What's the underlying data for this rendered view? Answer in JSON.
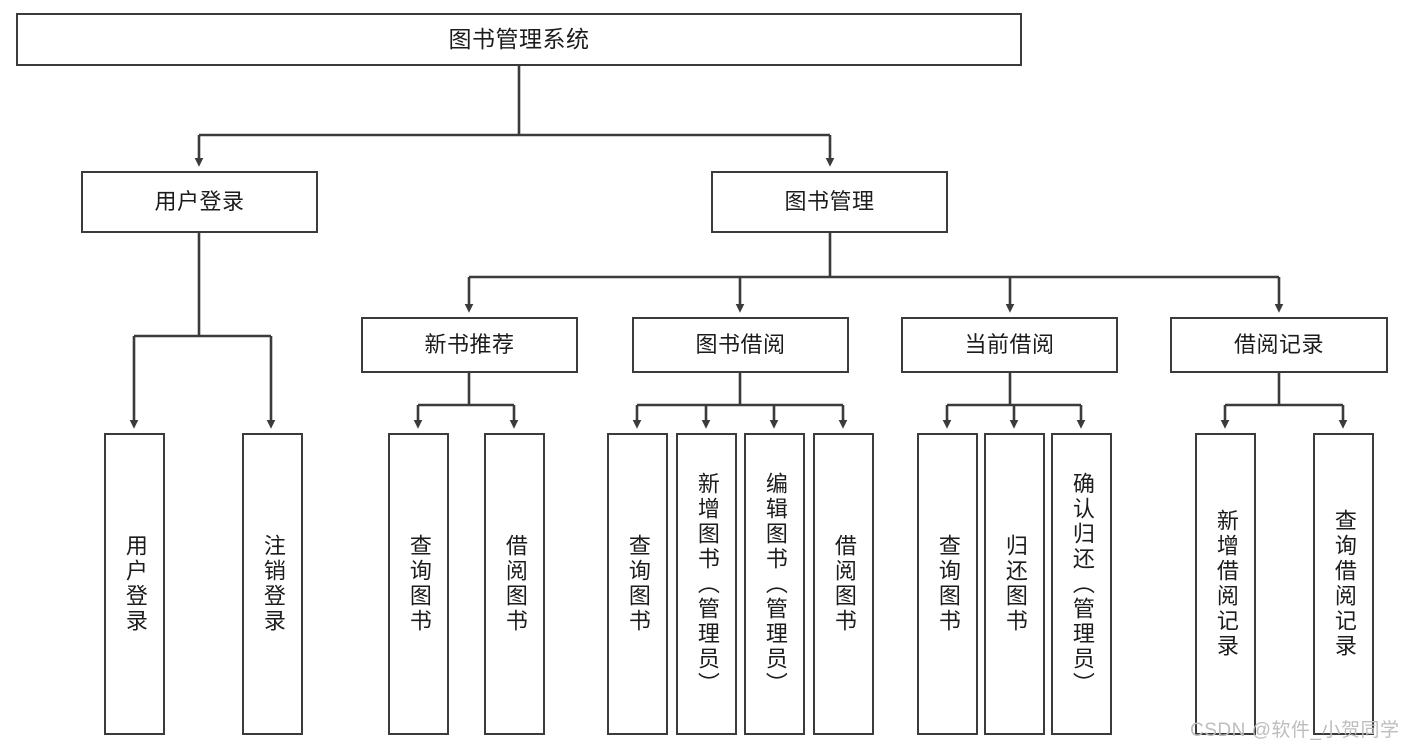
{
  "diagram": {
    "type": "tree-hierarchy-chart",
    "title": "图书管理系统",
    "stroke_color": "#3b3b3b",
    "text_color": "#1c1c1c",
    "background_color": "#ffffff",
    "nodes": {
      "root": {
        "label": "图书管理系统"
      },
      "level2": [
        {
          "id": "user-login",
          "label": "用户登录"
        },
        {
          "id": "book-manage",
          "label": "图书管理"
        }
      ],
      "level3": [
        {
          "id": "new-book-recommend",
          "label": "新书推荐"
        },
        {
          "id": "book-borrow",
          "label": "图书借阅"
        },
        {
          "id": "current-borrow",
          "label": "当前借阅"
        },
        {
          "id": "borrow-record",
          "label": "借阅记录"
        }
      ],
      "leaves": {
        "user-login": [
          {
            "id": "leaf-user-login",
            "label": "用户登录"
          },
          {
            "id": "leaf-logout-login",
            "label": "注销登录"
          }
        ],
        "new-book-recommend": [
          {
            "id": "leaf-query-book-1",
            "label": "查询图书"
          },
          {
            "id": "leaf-borrow-book-1",
            "label": "借阅图书"
          }
        ],
        "book-borrow": [
          {
            "id": "leaf-query-book-2",
            "label": "查询图书"
          },
          {
            "id": "leaf-add-book",
            "label": "新增图书（管理员）"
          },
          {
            "id": "leaf-edit-book",
            "label": "编辑图书（管理员）"
          },
          {
            "id": "leaf-borrow-book-2",
            "label": "借阅图书"
          }
        ],
        "current-borrow": [
          {
            "id": "leaf-query-book-3",
            "label": "查询图书"
          },
          {
            "id": "leaf-return-book",
            "label": "归还图书"
          },
          {
            "id": "leaf-confirm-return",
            "label": "确认归还（管理员）"
          }
        ],
        "borrow-record": [
          {
            "id": "leaf-add-record",
            "label": "新增借阅记录"
          },
          {
            "id": "leaf-query-record",
            "label": "查询借阅记录"
          }
        ]
      }
    }
  },
  "watermark": {
    "text": "CSDN @软件_小贺同学"
  }
}
